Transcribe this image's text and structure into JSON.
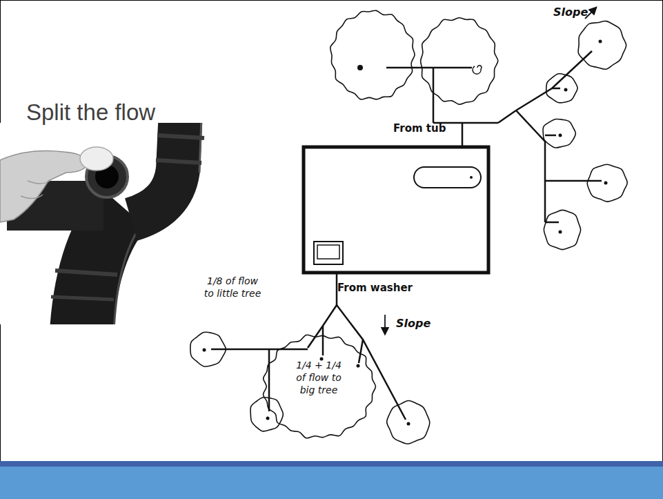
{
  "diagram": {
    "title": "Split the flow",
    "nodes": [
      {
        "text": [
          "1/8 of flow to little tree"
        ]
      },
      {
        "text": [
          "1/4 + 1/4 of flow to big tree"
        ]
      }
    ],
    "labels": [
      "Slope",
      "From tub",
      "From washer",
      "Slope"
    ]
  }
}
